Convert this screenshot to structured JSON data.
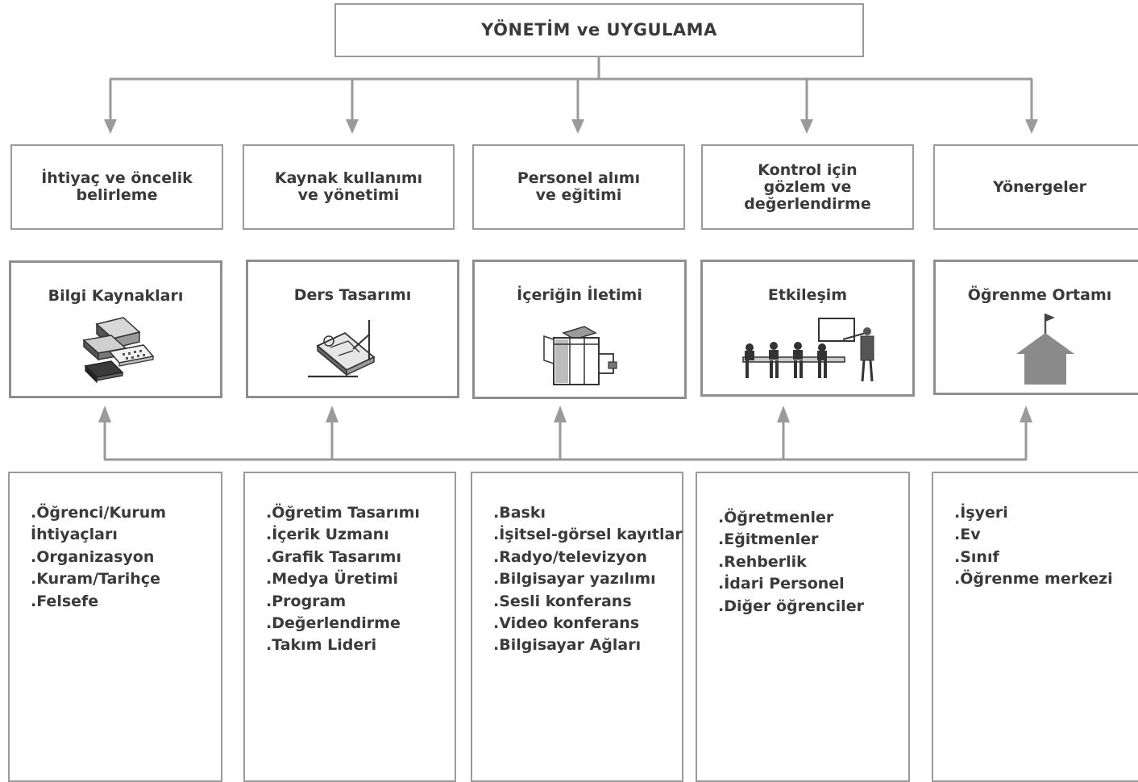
{
  "title": "YÖNETİM ve UYGULAMA",
  "management": [
    {
      "line1": "İhtiyaç ve öncelik",
      "line2": "belirleme",
      "line3": ""
    },
    {
      "line1": "Kaynak kullanımı",
      "line2": "ve yönetimi",
      "line3": ""
    },
    {
      "line1": "Personel alımı",
      "line2": "ve eğitimi",
      "line3": ""
    },
    {
      "line1": "Kontrol için",
      "line2": "gözlem ve",
      "line3": "değerlendirme"
    },
    {
      "line1": "Yönergeler",
      "line2": "",
      "line3": ""
    }
  ],
  "components": [
    {
      "title": "Bilgi Kaynakları",
      "icon": "books-icon"
    },
    {
      "title": "Ders Tasarımı",
      "icon": "drafting-icon"
    },
    {
      "title": "İçeriğin İletimi",
      "icon": "copier-icon"
    },
    {
      "title": "Etkileşim",
      "icon": "classroom-icon"
    },
    {
      "title": "Öğrenme Ortamı",
      "icon": "school-house-icon"
    }
  ],
  "details": [
    {
      "items": [
        ".Öğrenci/Kurum",
        "İhtiyaçları",
        ".Organizasyon",
        ".Kuram/Tarihçe",
        ".Felsefe"
      ]
    },
    {
      "items": [
        ".Öğretim Tasarımı",
        ".İçerik Uzmanı",
        ".Grafik Tasarımı",
        ".Medya Üretimi",
        ".Program",
        ".Değerlendirme",
        ".Takım Lideri"
      ]
    },
    {
      "items": [
        ".Baskı",
        ".İşitsel-görsel kayıtlar",
        ".Radyo/televizyon",
        ".Bilgisayar yazılımı",
        ".Sesli konferans",
        ".Video konferans",
        ".Bilgisayar Ağları"
      ]
    },
    {
      "items": [
        ".Öğretmenler",
        ".Eğitmenler",
        ".Rehberlik",
        ".İdari Personel",
        ".Diğer öğrenciler"
      ]
    },
    {
      "items": [
        ".İşyeri",
        ".Ev",
        ".Sınıf",
        ".Öğrenme merkezi"
      ]
    }
  ],
  "colors": {
    "line": "#9a9a9a",
    "text": "#3a3a3a",
    "house": "#8a8a8a"
  }
}
